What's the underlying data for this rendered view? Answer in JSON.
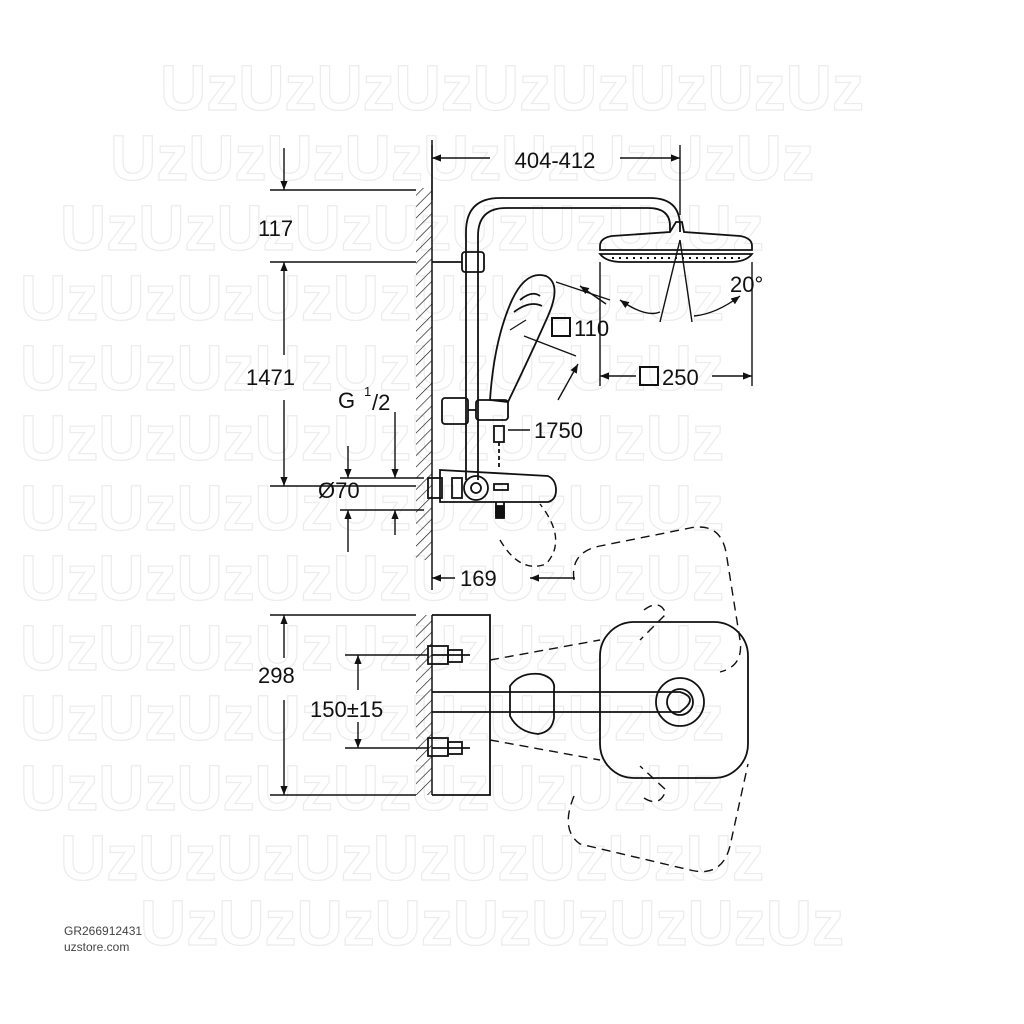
{
  "watermark": {
    "text": "UzUzUzUzUzUzUzUzUz"
  },
  "dimensions": {
    "width_top": "404-412",
    "h_117": "117",
    "h_1471": "1471",
    "angle": "20°",
    "handshower_size": "110",
    "head_size": "250",
    "hose": "1750",
    "thread_g": "G",
    "thread_num": "1",
    "thread_den": "/2",
    "dia_70": "Ø70",
    "spout_169": "169",
    "h_298": "298",
    "centers": "150±15"
  },
  "footer": {
    "product_code": "GR266912431",
    "website": "uzstore.com"
  },
  "colors": {
    "line": "#111111",
    "watermark": "#ececec"
  }
}
